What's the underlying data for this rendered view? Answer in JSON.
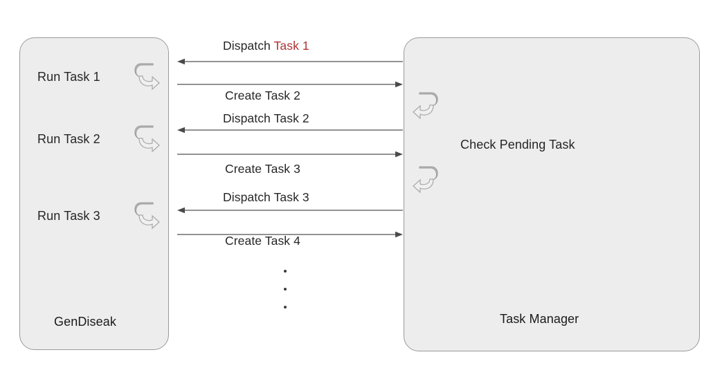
{
  "diagram": {
    "title": "Task dispatch sequence between GenDiseak and Task Manager",
    "background_color": "#ffffff",
    "box_fill_color": "#ededed",
    "box_border_color": "#9a9a9a",
    "arrow_color": "#6e6e6e",
    "text_color": "#262626",
    "highlight_color": "#b03232"
  },
  "left_box": {
    "footer_label": "GenDiseak",
    "rows": [
      {
        "label": "Run Task 1",
        "icon": "loop-arrow-icon"
      },
      {
        "label": "Run Task 2",
        "icon": "loop-arrow-icon"
      },
      {
        "label": "Run Task 3",
        "icon": "loop-arrow-icon"
      }
    ]
  },
  "right_box": {
    "footer_label": "Task Manager",
    "center_label": "Check Pending Task",
    "icons": [
      {
        "icon": "loop-arrow-icon"
      },
      {
        "icon": "loop-arrow-icon"
      }
    ]
  },
  "messages": [
    {
      "label_prefix": "Dispatch ",
      "label_highlight": "Task 1",
      "label_suffix": "",
      "direction": "right-to-left",
      "arrow_name": "dispatch-task-1-arrow"
    },
    {
      "label_prefix": "Create Task 2",
      "label_highlight": "",
      "label_suffix": "",
      "direction": "left-to-right",
      "arrow_name": "create-task-2-arrow"
    },
    {
      "label_prefix": "Dispatch Task 2",
      "label_highlight": "",
      "label_suffix": "",
      "direction": "right-to-left",
      "arrow_name": "dispatch-task-2-arrow"
    },
    {
      "label_prefix": "Create Task 3",
      "label_highlight": "",
      "label_suffix": "",
      "direction": "left-to-right",
      "arrow_name": "create-task-3-arrow"
    },
    {
      "label_prefix": "Dispatch Task 3",
      "label_highlight": "",
      "label_suffix": "",
      "direction": "right-to-left",
      "arrow_name": "dispatch-task-3-arrow"
    },
    {
      "label_prefix": "Create Task 4",
      "label_highlight": "",
      "label_suffix": "",
      "direction": "left-to-right",
      "arrow_name": "create-task-4-arrow"
    }
  ],
  "continuation": {
    "symbol": "vertical-ellipsis",
    "dot_count": 3
  }
}
